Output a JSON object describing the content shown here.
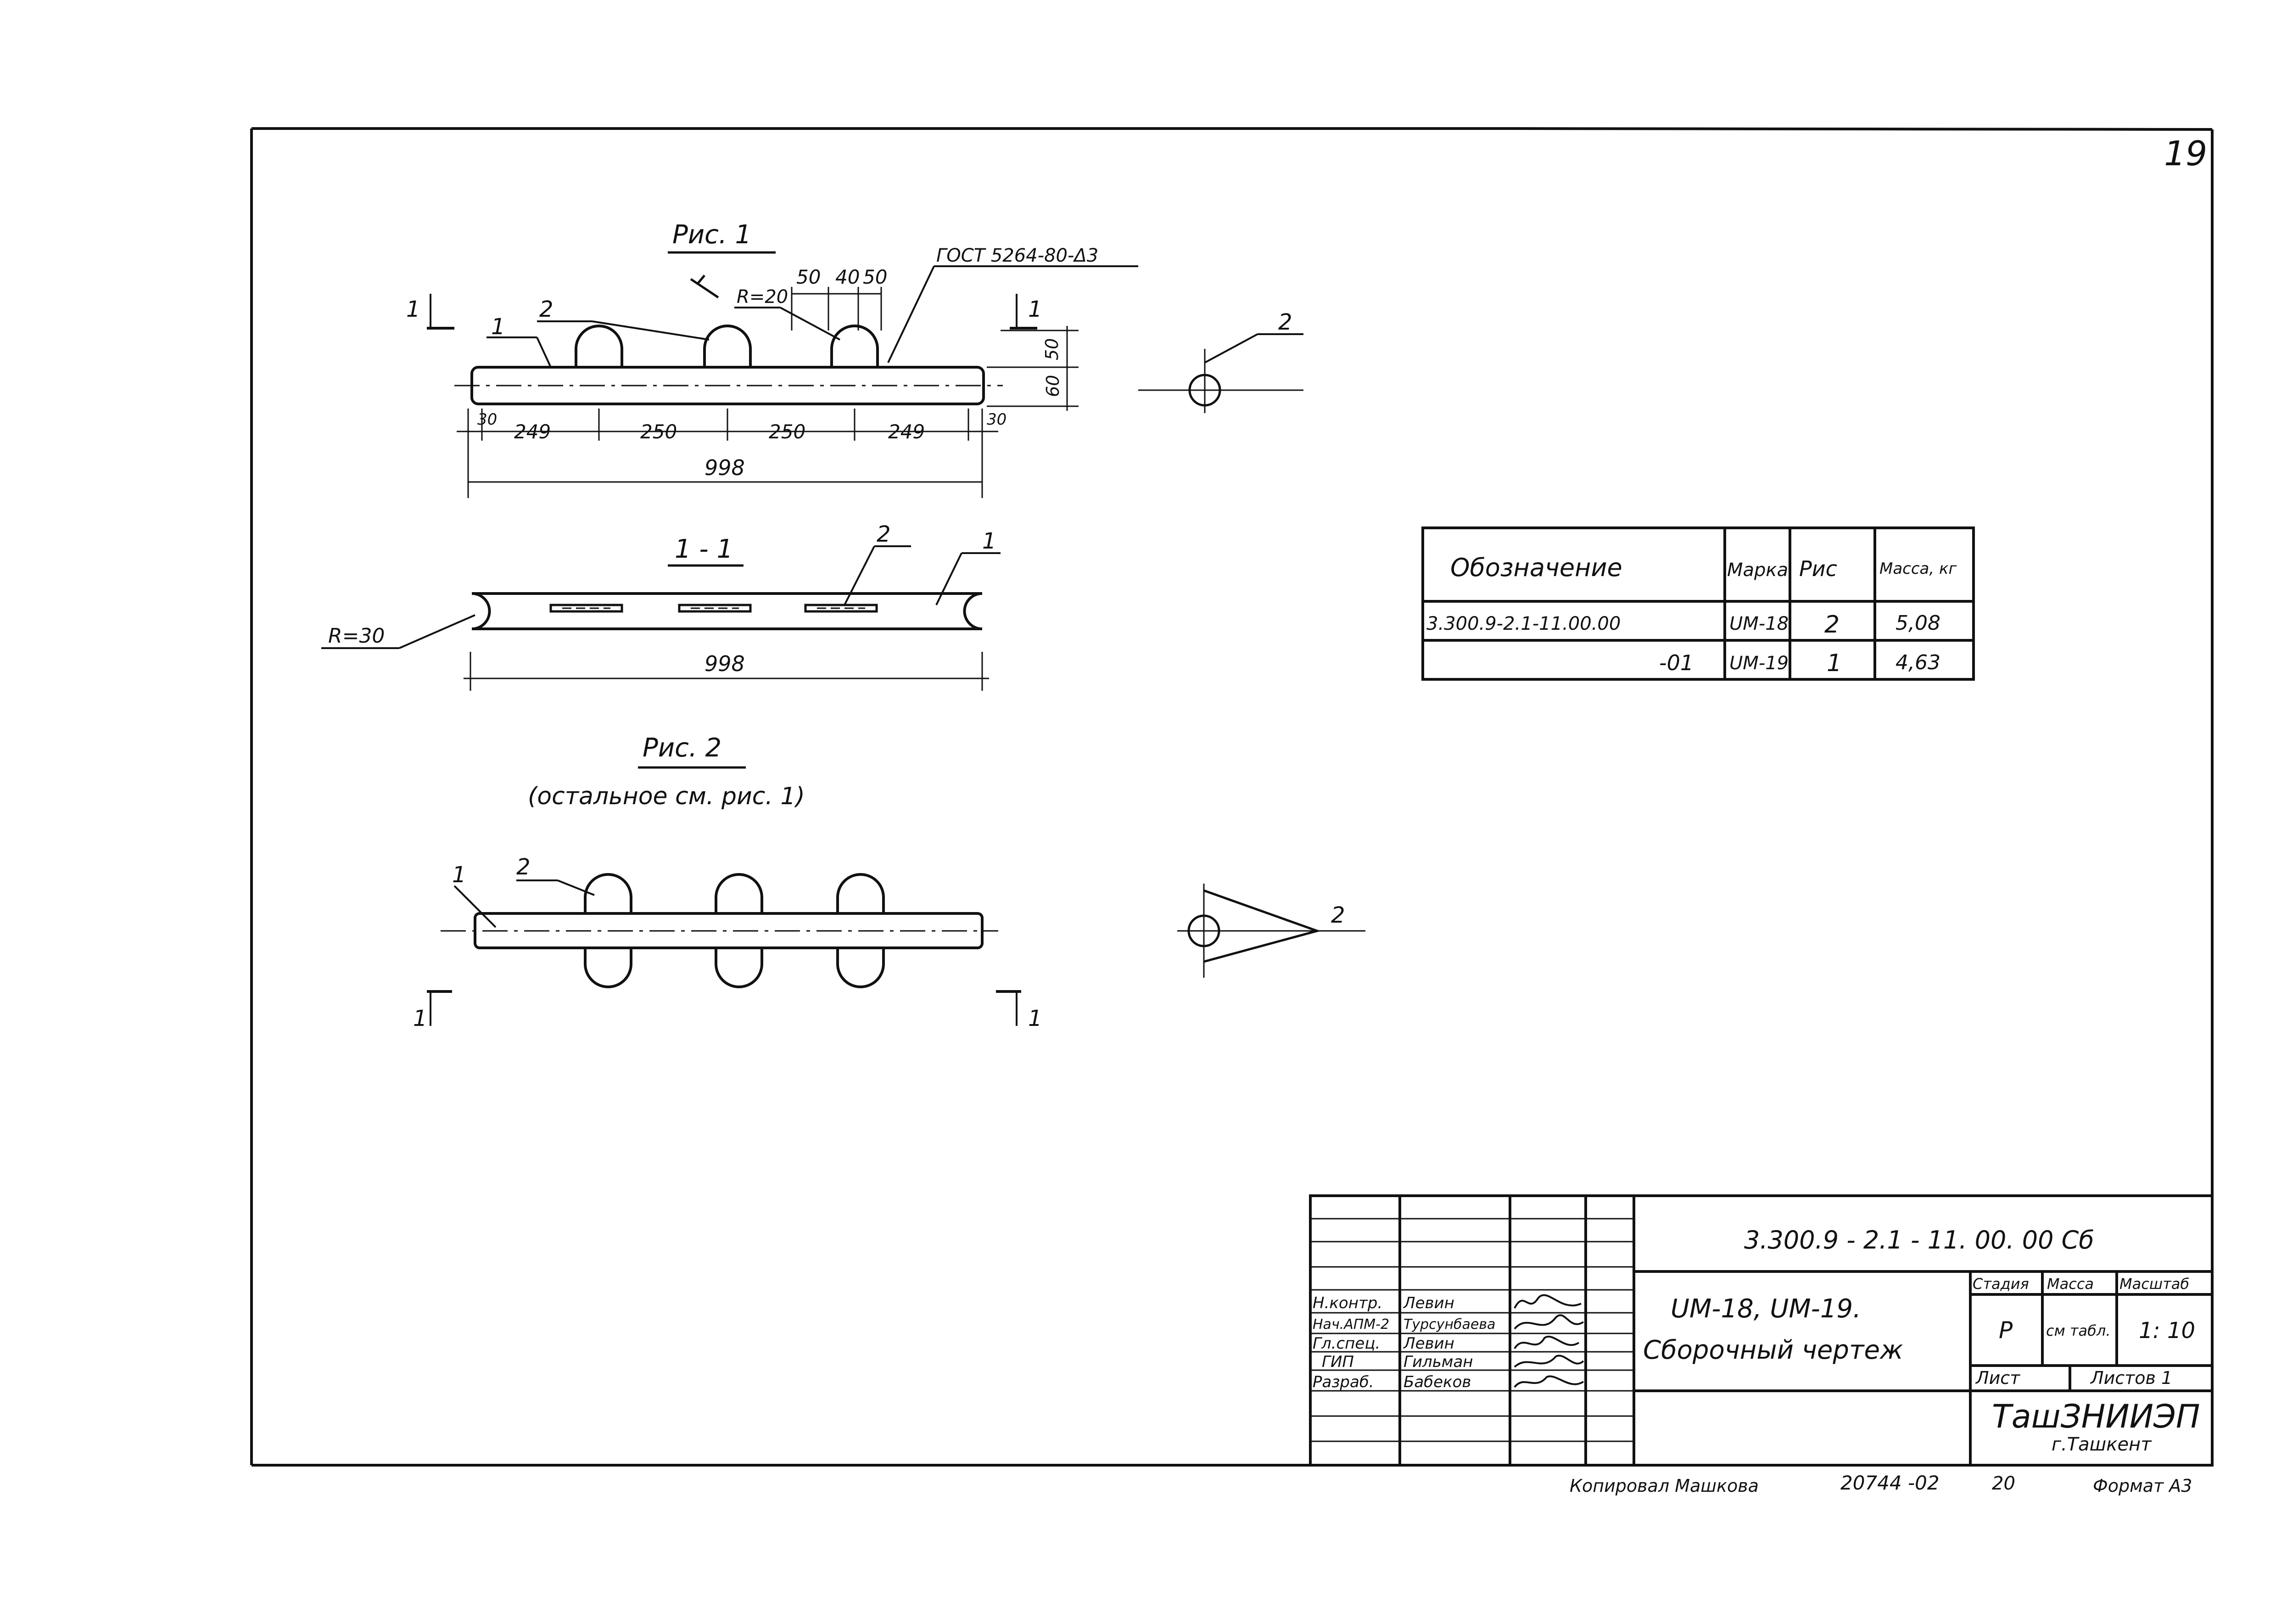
{
  "sheet": {
    "page_number": "19",
    "copied_by": "Копировал  Машкова",
    "order_number": "20744 -02",
    "copy_number": "20",
    "format": "Формат А3"
  },
  "figures": {
    "fig1": {
      "title": "Рис. 1",
      "weld_note": "ГОСТ 5264-80-Δ3",
      "radius_loop": "R=20",
      "loop_dims": [
        "50",
        "40",
        "50"
      ],
      "height_dims": [
        "50",
        "60"
      ],
      "offset_dims": [
        "30",
        "30"
      ],
      "span_dims": [
        "249",
        "250",
        "250",
        "249"
      ],
      "overall_length": "998",
      "cut_label": "1",
      "positions": [
        "1",
        "2"
      ]
    },
    "section": {
      "title": "1 - 1",
      "radius_end": "R=30",
      "overall_length": "998",
      "positions": [
        "2",
        "1"
      ]
    },
    "fig2": {
      "title": "Рис. 2",
      "subtitle": "(остальное см. рис. 1)",
      "cut_label": "1",
      "positions": [
        "1",
        "2"
      ]
    },
    "side_views": {
      "position_top": "2",
      "position_bottom": "2"
    }
  },
  "spec_table": {
    "headers": [
      "Обозначение",
      "Марка",
      "Рис",
      "Масса, кг"
    ],
    "rows": [
      [
        "3.300.9-2.1-11.00.00",
        "UM-18",
        "2",
        "5,08"
      ],
      [
        "-01",
        "UM-19",
        "1",
        "4,63"
      ]
    ]
  },
  "title_block": {
    "doc_code": "3.300.9 - 2.1 - 11. 00. 00 Сб",
    "product_name": "UM-18,  UM-19.",
    "doc_type": "Сборочный  чертеж",
    "stage_label": "Стадия",
    "mass_label": "Масса",
    "scale_label": "Масштаб",
    "stage": "Р",
    "mass": "см табл.",
    "scale": "1: 10",
    "sheet_label": "Лист",
    "sheets_label": "Листов 1",
    "org": "ТашЗНИИЭП",
    "city": "г.Ташкент",
    "signatures": [
      {
        "role": "Н.контр.",
        "name": "Левин"
      },
      {
        "role": "Нач.АПМ-2",
        "name": "Турсунбаева"
      },
      {
        "role": "Гл.спец.",
        "name": "Левин"
      },
      {
        "role": "ГИП",
        "name": "Гильман"
      },
      {
        "role": "Разраб.",
        "name": "Бабеков"
      }
    ]
  }
}
